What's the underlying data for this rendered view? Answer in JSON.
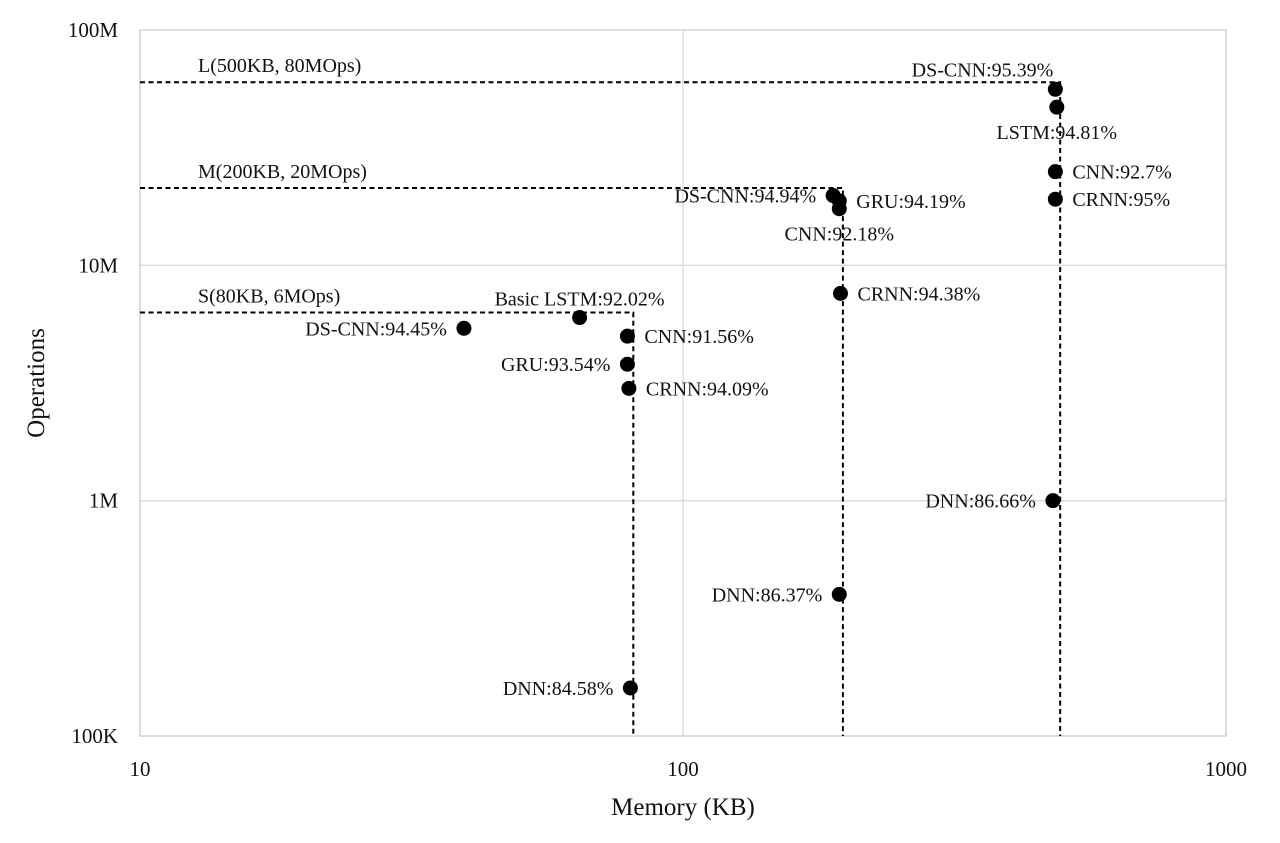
{
  "chart_data": {
    "type": "scatter",
    "xlabel": "Memory (KB)",
    "ylabel": "Operations",
    "xscale": "log",
    "yscale": "log",
    "xlim": [
      10,
      1000
    ],
    "ylim": [
      100000,
      100000000
    ],
    "grid": true,
    "x_ticks": [
      {
        "value": 10,
        "label": "10"
      },
      {
        "value": 100,
        "label": "100"
      },
      {
        "value": 1000,
        "label": "1000"
      }
    ],
    "y_ticks": [
      {
        "value": 100000,
        "label": "100K"
      },
      {
        "value": 1000000,
        "label": "1M"
      },
      {
        "value": 10000000,
        "label": "10M"
      },
      {
        "value": 100000000,
        "label": "100M"
      }
    ],
    "budgets": [
      {
        "label": "S(80KB, 6MOps)",
        "memory_kb": 81,
        "ops": 6300000
      },
      {
        "label": "M(200KB, 20MOps)",
        "memory_kb": 197,
        "ops": 21300000
      },
      {
        "label": "L(500KB, 80MOps)",
        "memory_kb": 495,
        "ops": 60000000
      }
    ],
    "points": [
      {
        "label": "DS-CNN:94.45%",
        "memory_kb": 39.5,
        "ops": 5400000,
        "label_side": "left"
      },
      {
        "label": "Basic LSTM:92.02%",
        "memory_kb": 64.5,
        "ops": 6000000,
        "label_side": "above"
      },
      {
        "label": "CNN:91.56%",
        "memory_kb": 79.0,
        "ops": 5000000,
        "label_side": "right"
      },
      {
        "label": "GRU:93.54%",
        "memory_kb": 79.0,
        "ops": 3800000,
        "label_side": "left"
      },
      {
        "label": "CRNN:94.09%",
        "memory_kb": 79.5,
        "ops": 3000000,
        "label_side": "right"
      },
      {
        "label": "DNN:84.58%",
        "memory_kb": 80.0,
        "ops": 160000,
        "label_side": "left"
      },
      {
        "label": "DS-CNN:94.94%",
        "memory_kb": 189,
        "ops": 19800000,
        "label_side": "left"
      },
      {
        "label": "GRU:94.19%",
        "memory_kb": 194,
        "ops": 18800000,
        "label_side": "right"
      },
      {
        "label": "CNN:92.18%",
        "memory_kb": 194,
        "ops": 17400000,
        "label_side": "below"
      },
      {
        "label": "CRNN:94.38%",
        "memory_kb": 195,
        "ops": 7600000,
        "label_side": "right"
      },
      {
        "label": "DNN:86.37%",
        "memory_kb": 194,
        "ops": 400000,
        "label_side": "left"
      },
      {
        "label": "DS-CNN:95.39%",
        "memory_kb": 485,
        "ops": 56000000,
        "label_side": "above-left"
      },
      {
        "label": "LSTM:94.81%",
        "memory_kb": 488,
        "ops": 47000000,
        "label_side": "below"
      },
      {
        "label": "CNN:92.7%",
        "memory_kb": 485,
        "ops": 25000000,
        "label_side": "right"
      },
      {
        "label": "CRNN:95%",
        "memory_kb": 485,
        "ops": 19100000,
        "label_side": "right"
      },
      {
        "label": "DNN:86.66%",
        "memory_kb": 480,
        "ops": 1000000,
        "label_side": "left"
      }
    ]
  }
}
